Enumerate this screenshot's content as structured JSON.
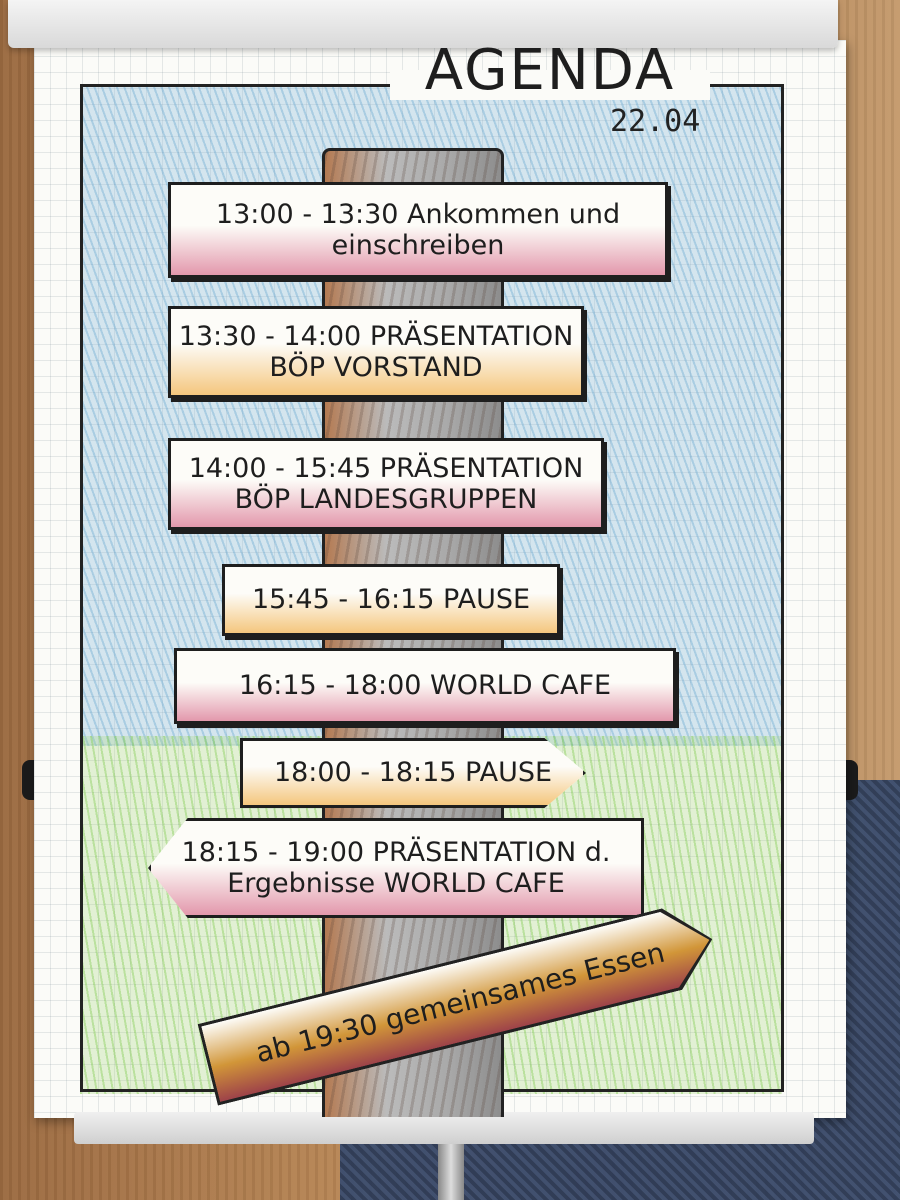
{
  "flipchart": {
    "title": "AGENDA",
    "date": "22.04"
  },
  "agenda": [
    {
      "line1": "13:00 - 13:30 Ankommen und",
      "line2": "einschreiben",
      "color": "#cd466e"
    },
    {
      "line1": "13:30 - 14:00 PRÄSENTATION",
      "line2": "BÖP VORSTAND",
      "color": "#f0aa3c"
    },
    {
      "line1": "14:00 - 15:45 PRÄSENTATION",
      "line2": "BÖP LANDESGRUPPEN",
      "color": "#cd466e"
    },
    {
      "line1": "15:45 - 16:15 PAUSE",
      "line2": "",
      "color": "#f0aa3c"
    },
    {
      "line1": "16:15 - 18:00 WORLD CAFE",
      "line2": "",
      "color": "#cd466e"
    },
    {
      "line1": "18:00 - 18:15 PAUSE",
      "line2": "",
      "color": "#f0aa3c"
    },
    {
      "line1": "18:15 - 19:00 PRÄSENTATION d.",
      "line2": "Ergebnisse WORLD CAFE",
      "color": "#cd466e"
    },
    {
      "line1": "ab 19:30 gemeinsames Essen",
      "line2": "",
      "color": "#f0aa3c"
    }
  ]
}
